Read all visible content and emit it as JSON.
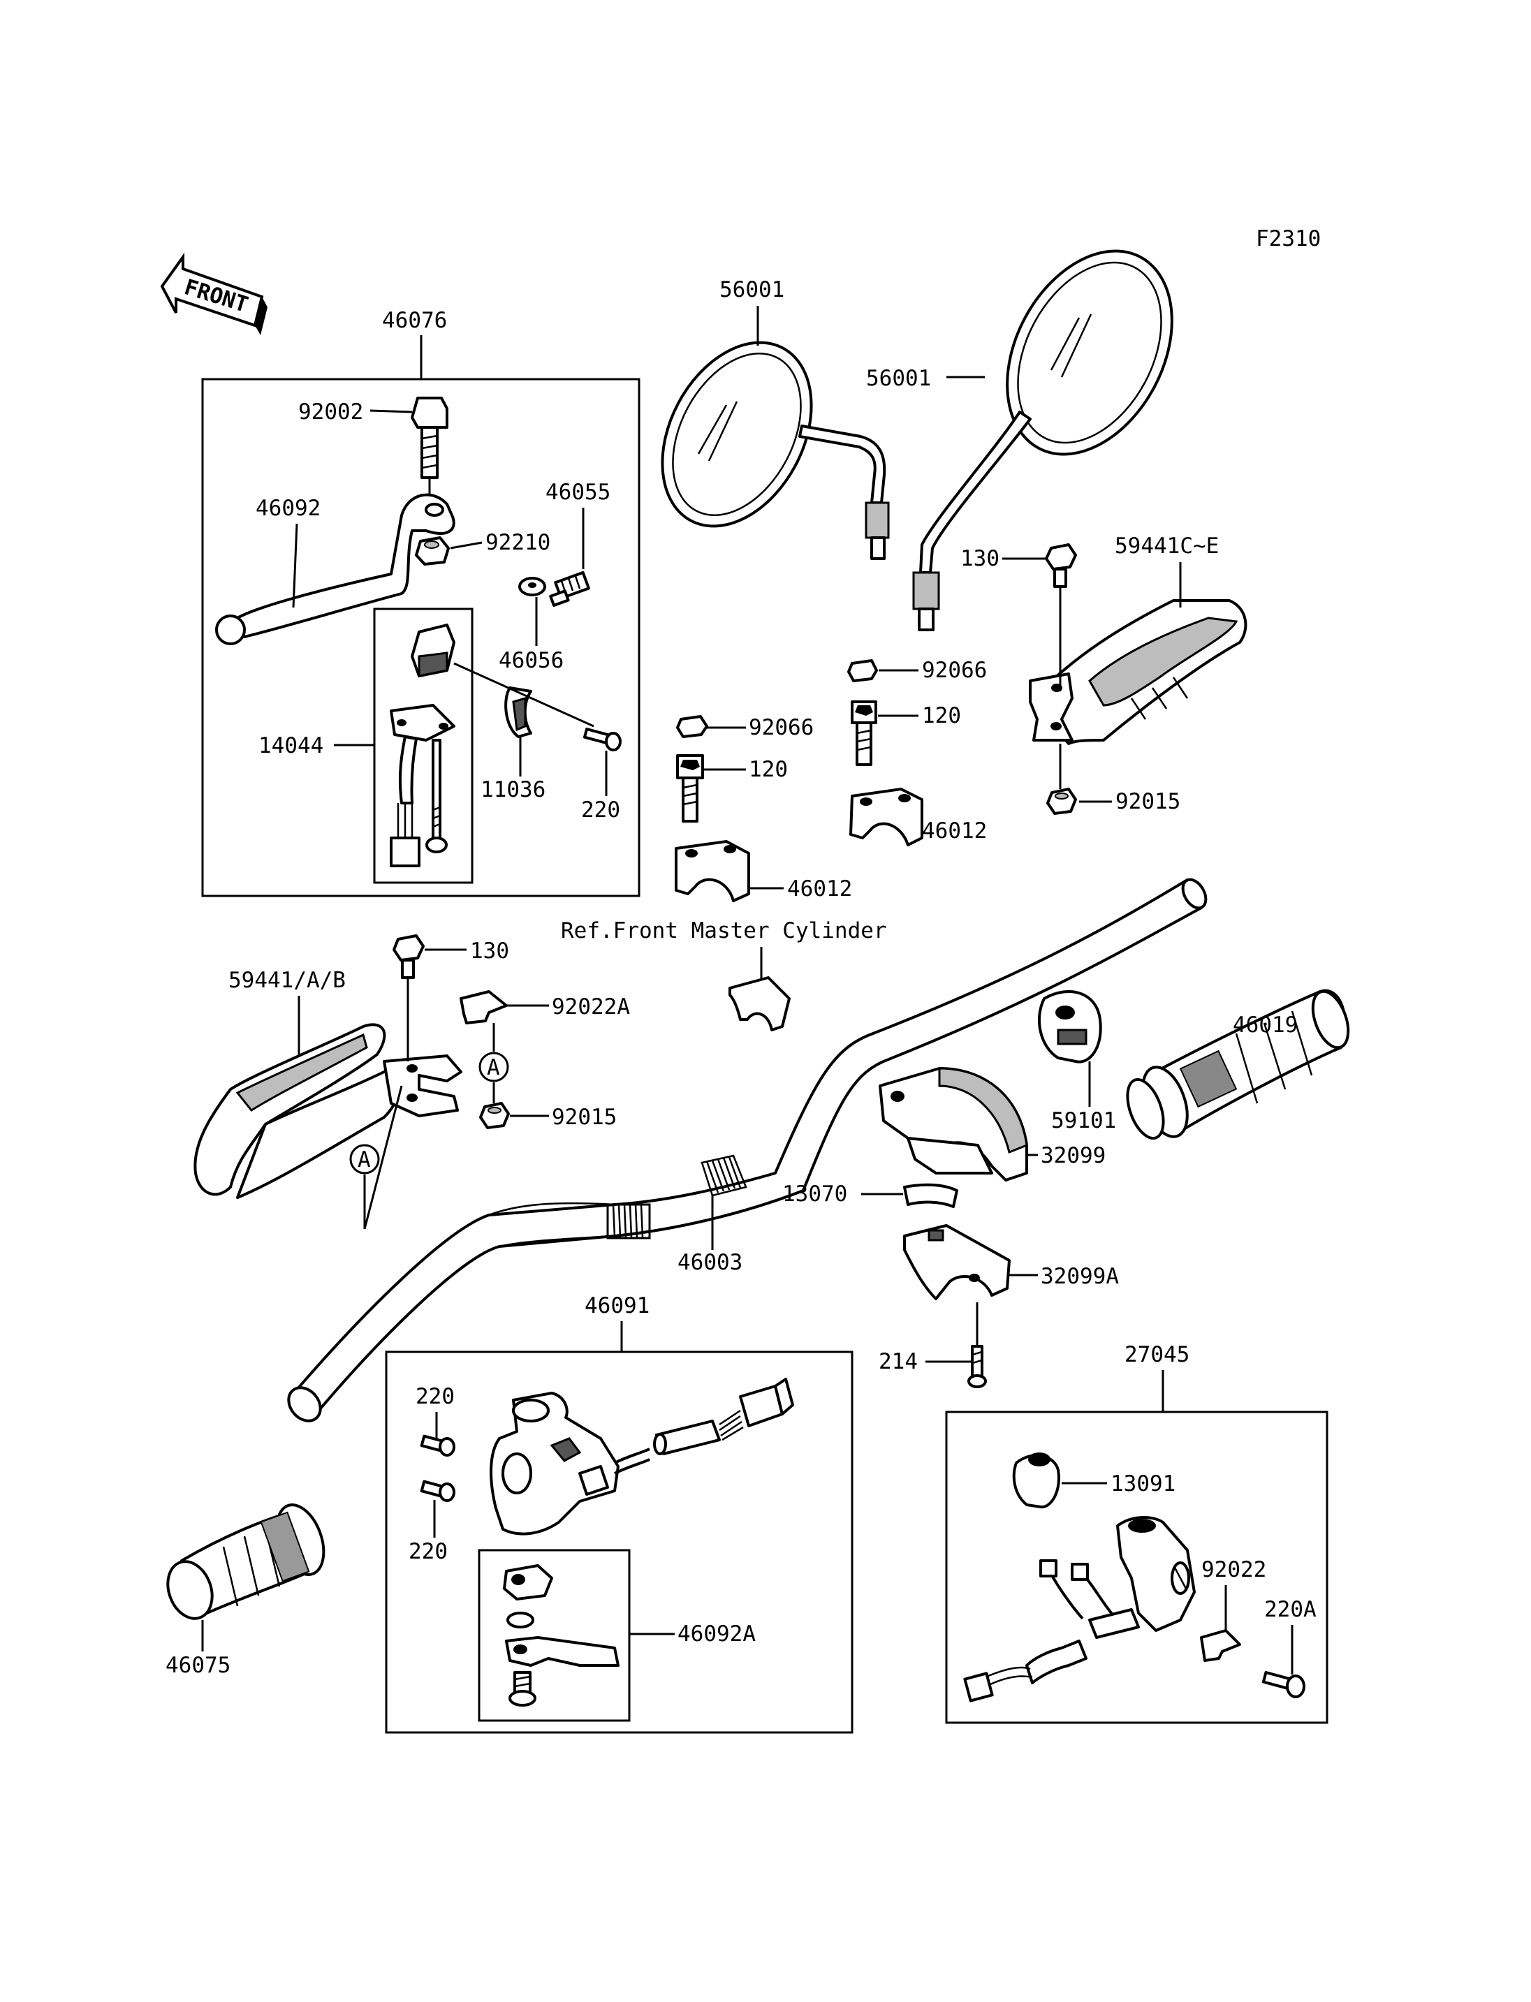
{
  "figure_code": "F2310",
  "front_arrow_text": "FRONT",
  "ref_note": "Ref.Front Master Cylinder",
  "callout_marker": "A",
  "labels": {
    "p46076": "46076",
    "p92002": "92002",
    "p46092": "46092",
    "p92210": "92210",
    "p46055": "46055",
    "p46056": "46056",
    "p14044": "14044",
    "p11036": "11036",
    "p220_top": "220",
    "p56001_left": "56001",
    "p56001_right": "56001",
    "p130_right": "130",
    "p59441CE": "59441C~E",
    "p92066_right": "92066",
    "p120_right": "120",
    "p92015_right": "92015",
    "p46012_right": "46012",
    "p92066_left": "92066",
    "p120_left": "120",
    "p46012_left": "46012",
    "p130_left": "130",
    "p59441AB": "59441/A/B",
    "p92022A": "92022A",
    "p92015_left": "92015",
    "p46019": "46019",
    "p59101": "59101",
    "p32099": "32099",
    "p13070": "13070",
    "p46003": "46003",
    "p32099A": "32099A",
    "p214": "214",
    "p46091": "46091",
    "p220_a": "220",
    "p220_b": "220",
    "p46092A": "46092A",
    "p46075": "46075",
    "p27045": "27045",
    "p13091": "13091",
    "p92022": "92022",
    "p220A": "220A"
  }
}
